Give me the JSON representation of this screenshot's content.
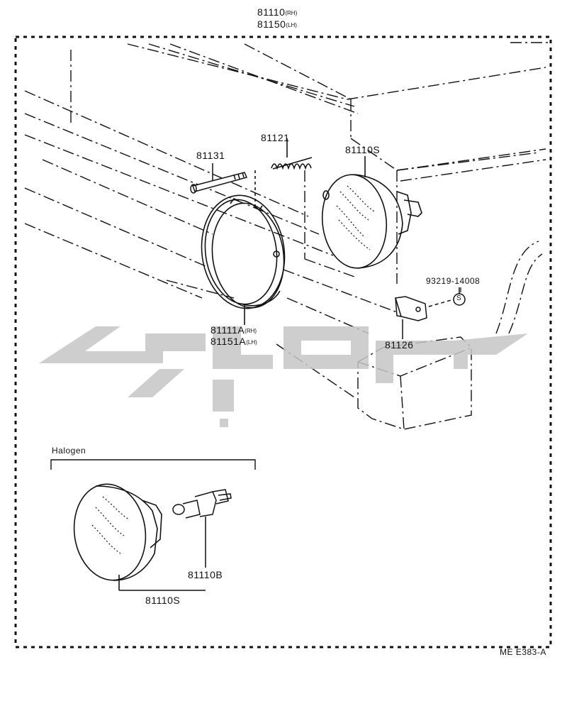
{
  "labels": {
    "assembly_rh_num": "81110",
    "assembly_rh_sfx": "(RH)",
    "assembly_lh_num": "81150",
    "assembly_lh_sfx": "(LH)",
    "spring": "81121",
    "screw": "81131",
    "sealed_beam_top": "81110S",
    "ring_rh_num": "81111A",
    "ring_rh_sfx": "(RH)",
    "ring_lh_num": "81151A",
    "ring_lh_sfx": "(LH)",
    "nut_part": "93219-14008",
    "nut_symbol": "S",
    "bracket": "81126",
    "halogen_title": "Halogen",
    "bulb": "81110B",
    "halogen_unit": "81110S",
    "figure_code": "ME E383-A"
  },
  "colors": {
    "line": "#111111",
    "watermark": "#c6c6c6"
  }
}
